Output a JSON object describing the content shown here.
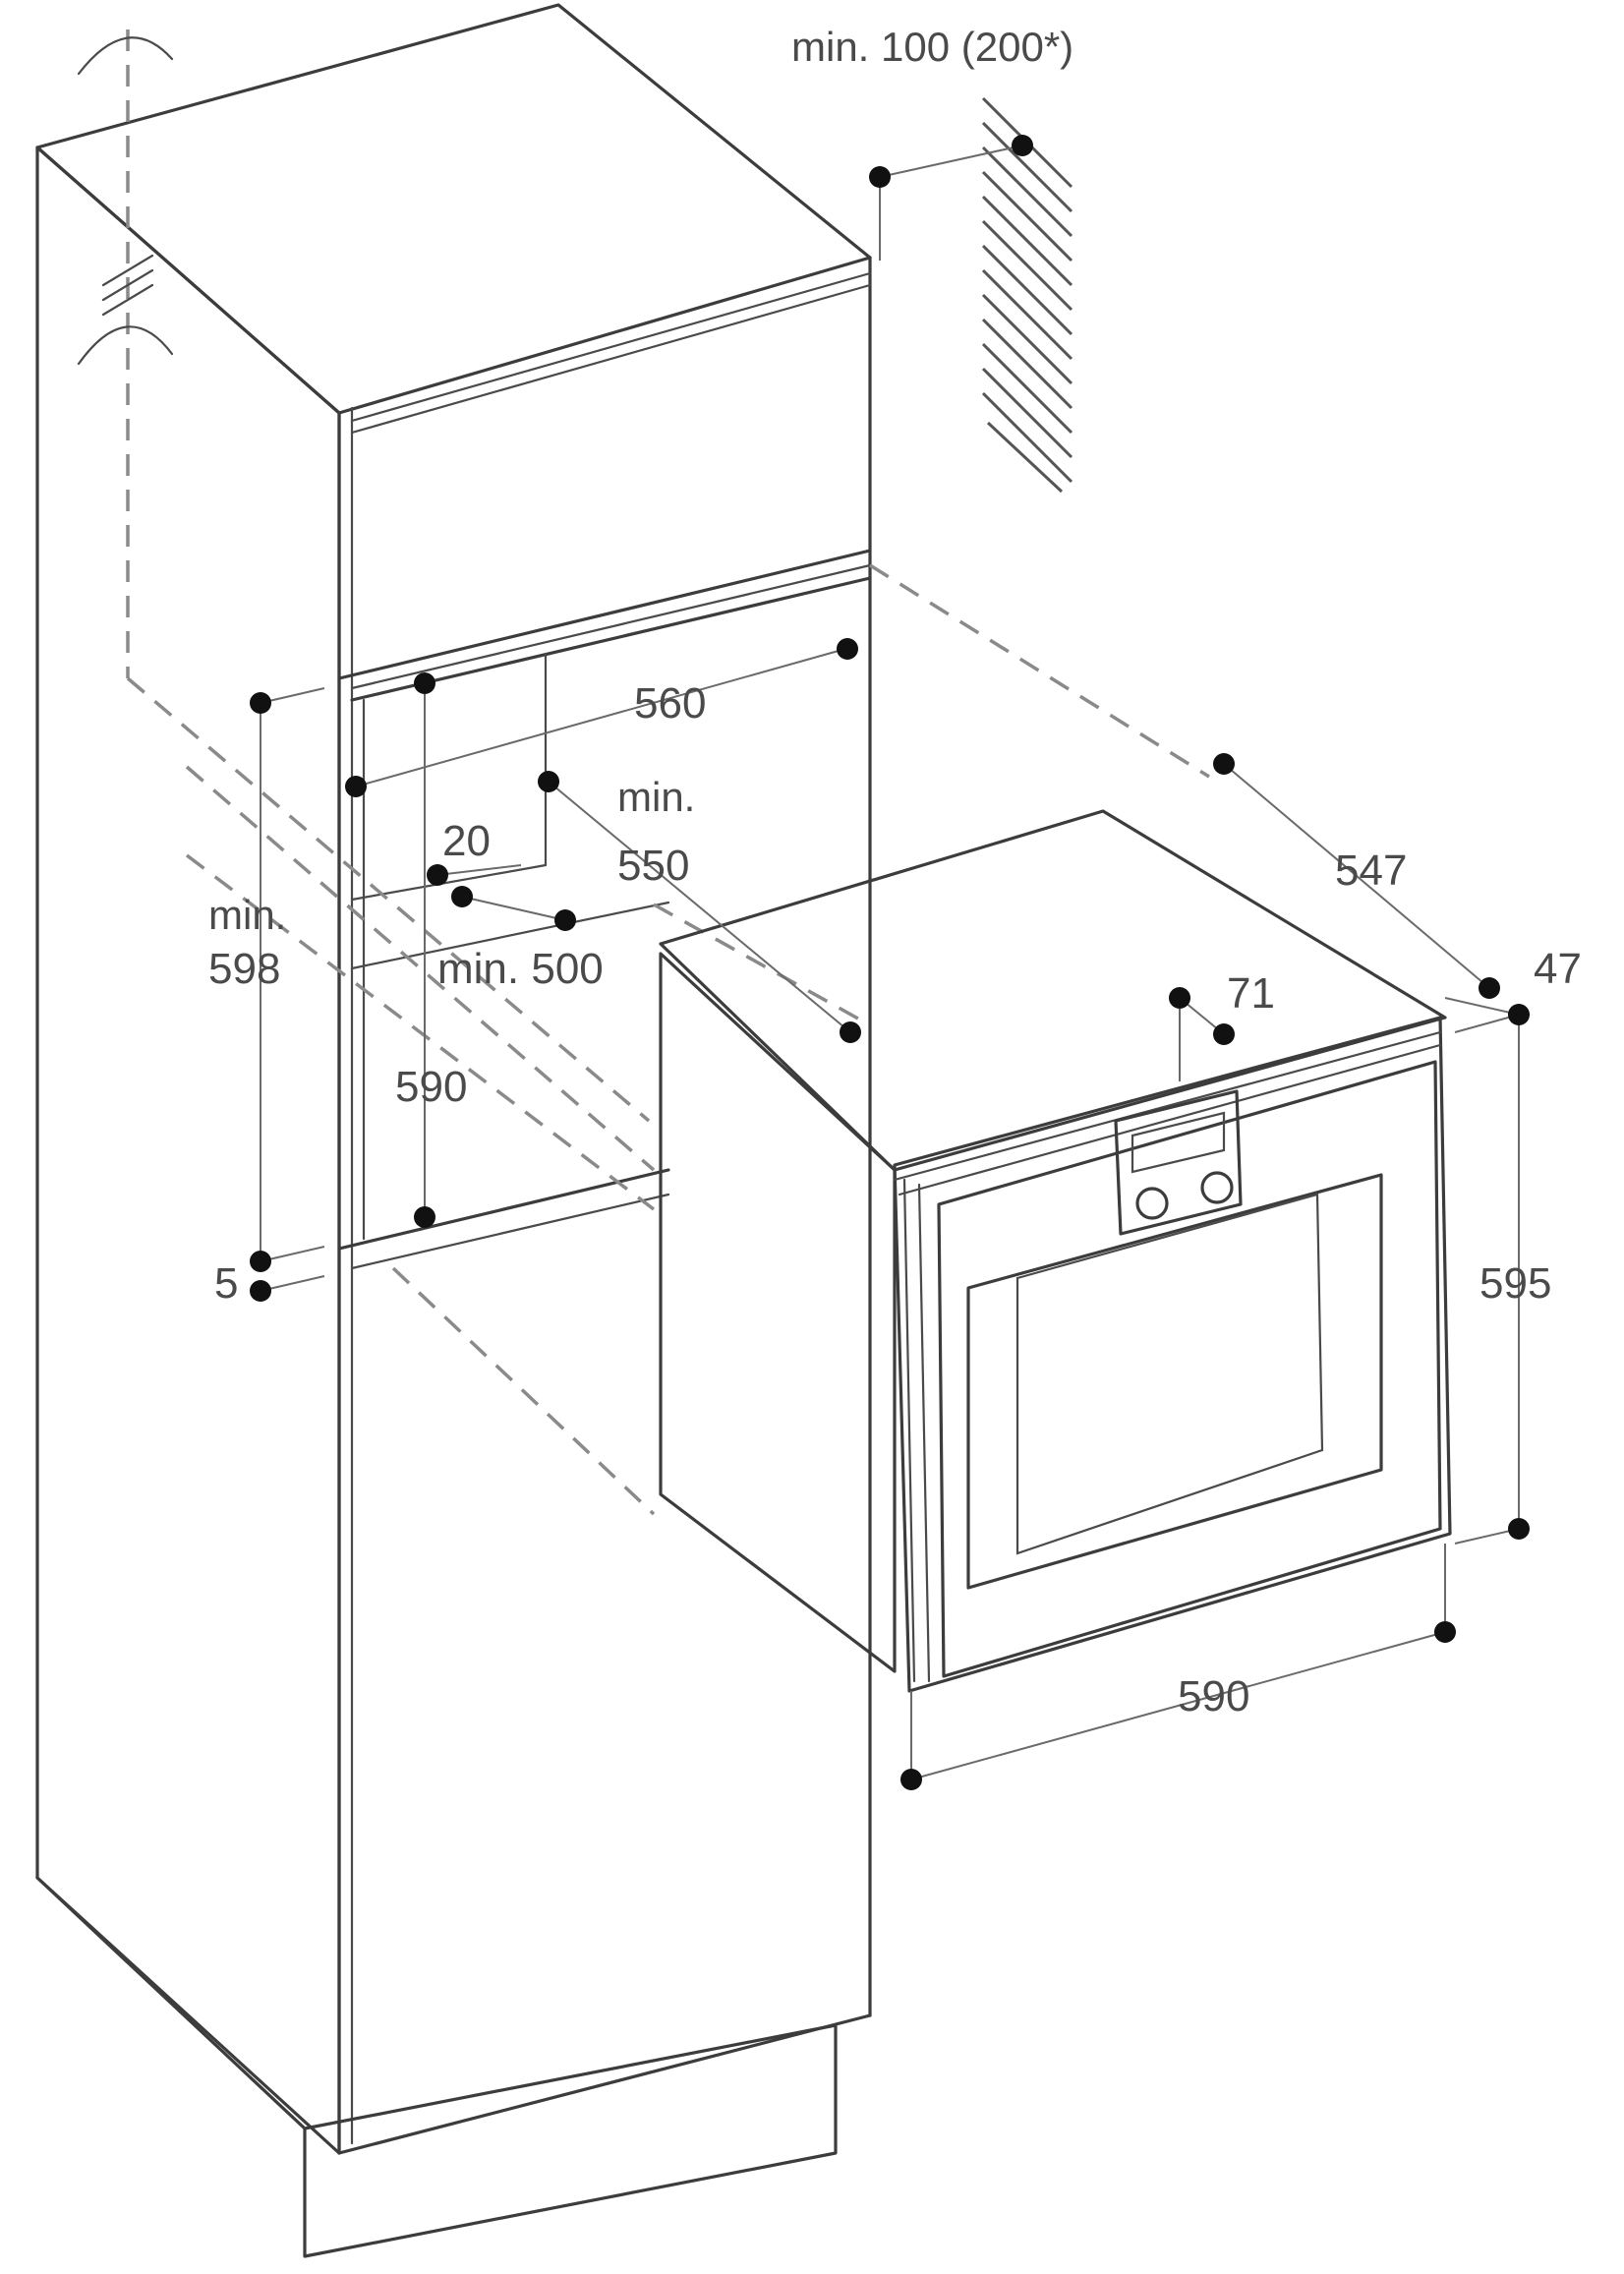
{
  "labels": {
    "vent_clearance": "min. 100 (200*)",
    "niche_width": "560",
    "niche_depth_min": "min.",
    "niche_depth_val": "550",
    "gap_20": "20",
    "niche_min_500": "min. 500",
    "niche_height_min": "min.",
    "niche_height_val": "598",
    "niche_height_590": "590",
    "gap_5": "5",
    "oven_depth": "547",
    "panel_depth": "47",
    "panel_71": "71",
    "oven_height": "595",
    "oven_width": "590"
  },
  "colors": {
    "line": "#3c3c3c",
    "dash": "#8a8a8a",
    "side_fill": "#f2f2f2",
    "dot": "#111111",
    "text": "#4a4a4a"
  }
}
